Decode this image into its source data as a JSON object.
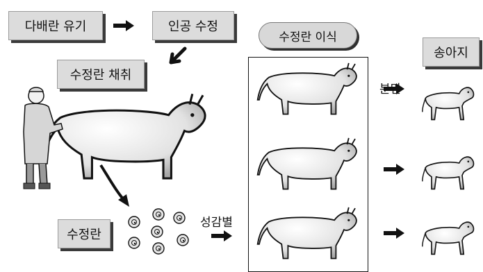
{
  "steps": {
    "superovulation": "다배란 유기",
    "insemination": "인공 수정",
    "embryo_collection": "수정란 채취",
    "embryo": "수정란",
    "embryo_transfer": "수정란 이식",
    "calf": "송아지"
  },
  "labels": {
    "sexing": "성감별",
    "calving": "분만"
  }
}
